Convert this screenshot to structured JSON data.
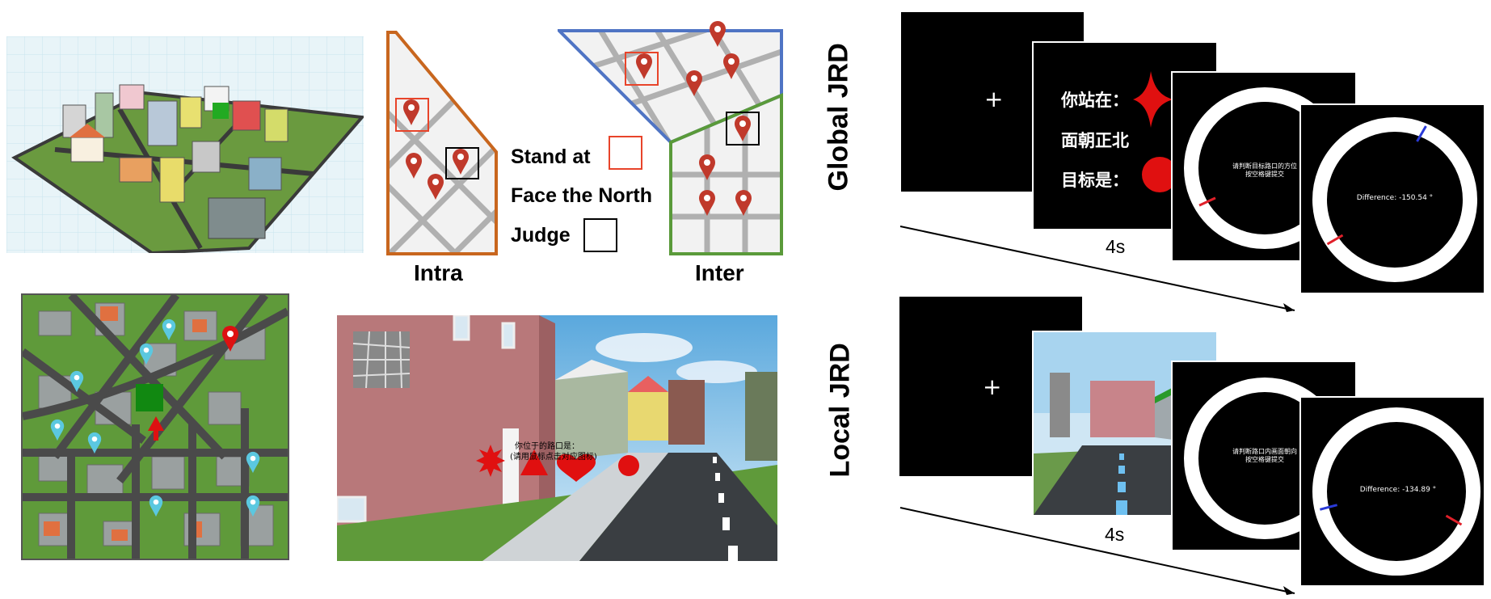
{
  "spatial_layout": {
    "intra_label": "Intra",
    "inter_label": "Inter",
    "legend": {
      "stand_at": "Stand at",
      "face": "Face the North",
      "judge": "Judge"
    }
  },
  "tasks": {
    "global": {
      "label": "Global JRD",
      "cue_line1": "你站在：",
      "cue_line2": "面朝正北",
      "cue_line3": "目标是：",
      "instruction_line1": "请判断目标路口的方位",
      "instruction_line2": "按空格键提交",
      "difference": "Difference: -150.54 °",
      "duration": "4s"
    },
    "local": {
      "label": "Local JRD",
      "instruction_line1": "请判断路口内画面朝向",
      "instruction_line2": "按空格键提交",
      "difference": "Difference: -134.89 °",
      "duration": "4s"
    }
  },
  "street_view": {
    "prompt_line1": "你位于的路口是：",
    "prompt_line2": "(请用鼠标点击对应图标)"
  },
  "fixation": "+",
  "colors": {
    "intra_border": "#c8661e",
    "inter_border_top": "#4f74c4",
    "inter_border_bottom": "#5a9a3a",
    "stand_square": "#e8442a",
    "pin_red": "#c0392b",
    "pin_cyan": "#5bc8e0",
    "ring_red": "#e0202a",
    "ring_blue": "#2a3ad8"
  }
}
